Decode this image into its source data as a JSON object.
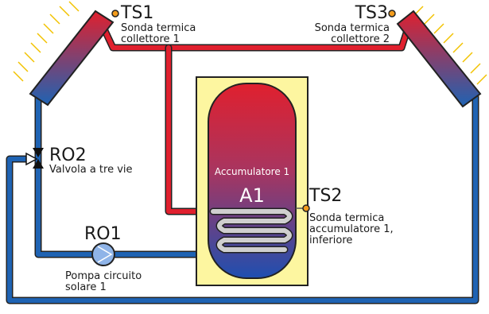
{
  "colors": {
    "hot_pipe": "#e0202e",
    "cold_pipe": "#1f63b3",
    "pipe_outline": "#222222",
    "tank_casing": "#fdf6a0",
    "sun_rays": "#f2c200",
    "sensor_dot": "#f39c1c"
  },
  "sensors": {
    "ts1": {
      "tag": "TS1",
      "desc_lines": [
        "Sonda termica",
        "collettore 1"
      ]
    },
    "ts3": {
      "tag": "TS3",
      "desc_lines": [
        "Sonda termica",
        "collettore 2"
      ]
    },
    "ts2": {
      "tag": "TS2",
      "desc_lines": [
        "Sonda termica",
        "accumulatore 1,",
        "inferiore"
      ]
    }
  },
  "valve": {
    "tag": "RO2",
    "desc": "Valvola a tre vie"
  },
  "pump": {
    "tag": "RO1",
    "desc_lines": [
      "Pompa circuito",
      "solare 1"
    ]
  },
  "tank": {
    "title": "Accumulatore 1",
    "id": "A1"
  },
  "icons": [
    "collector-panel-icon",
    "sun-rays-icon",
    "three-way-valve-icon",
    "pump-icon",
    "heat-exchanger-coil-icon",
    "sensor-dot-icon"
  ]
}
